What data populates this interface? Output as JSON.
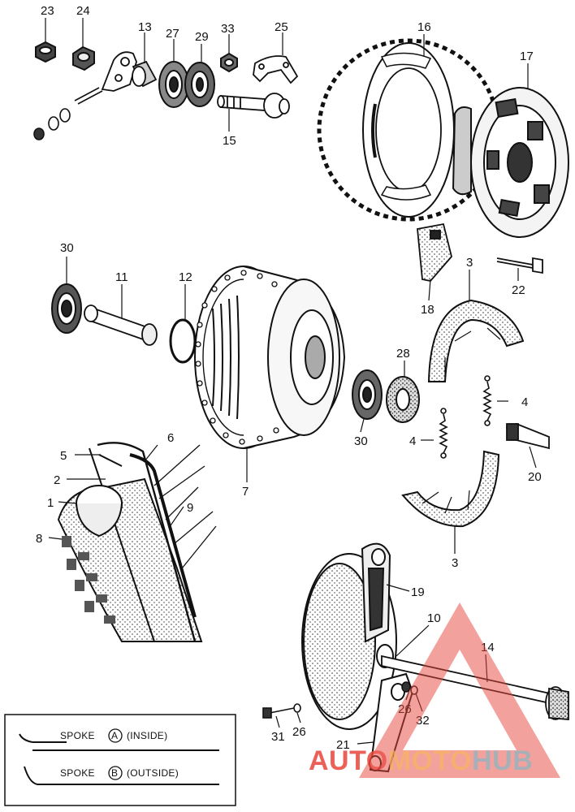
{
  "labels": {
    "n23": "23",
    "n24": "24",
    "n13": "13",
    "n27": "27",
    "n29": "29",
    "n33": "33",
    "n25": "25",
    "n15": "15",
    "n16": "16",
    "n17": "17",
    "n30a": "30",
    "n11": "11",
    "n12": "12",
    "n3a": "3",
    "n22": "22",
    "n18": "18",
    "n28": "28",
    "n30b": "30",
    "n4a": "4",
    "n4b": "4",
    "n20": "20",
    "n7": "7",
    "n5": "5",
    "n6": "6",
    "n2": "2",
    "n1": "1",
    "n9": "9",
    "n8": "8",
    "n3b": "3",
    "n19": "19",
    "n10": "10",
    "n14": "14",
    "n26a": "26",
    "n32": "32",
    "n31": "31",
    "n26b": "26",
    "n21": "21"
  },
  "legend": {
    "spoke_a": "SPOKE",
    "spoke_a_letter": "A",
    "spoke_a_note": "(INSIDE)",
    "spoke_b": "SPOKE",
    "spoke_b_letter": "B",
    "spoke_b_note": "(OUTSIDE)"
  },
  "watermark": {
    "part_red": "AUTO",
    "part_orange": "MOTO",
    "part_grey": "HUB",
    "color_red": "#e8463c",
    "color_orange": "#f5a05a",
    "color_grey": "#9aa3ab"
  }
}
